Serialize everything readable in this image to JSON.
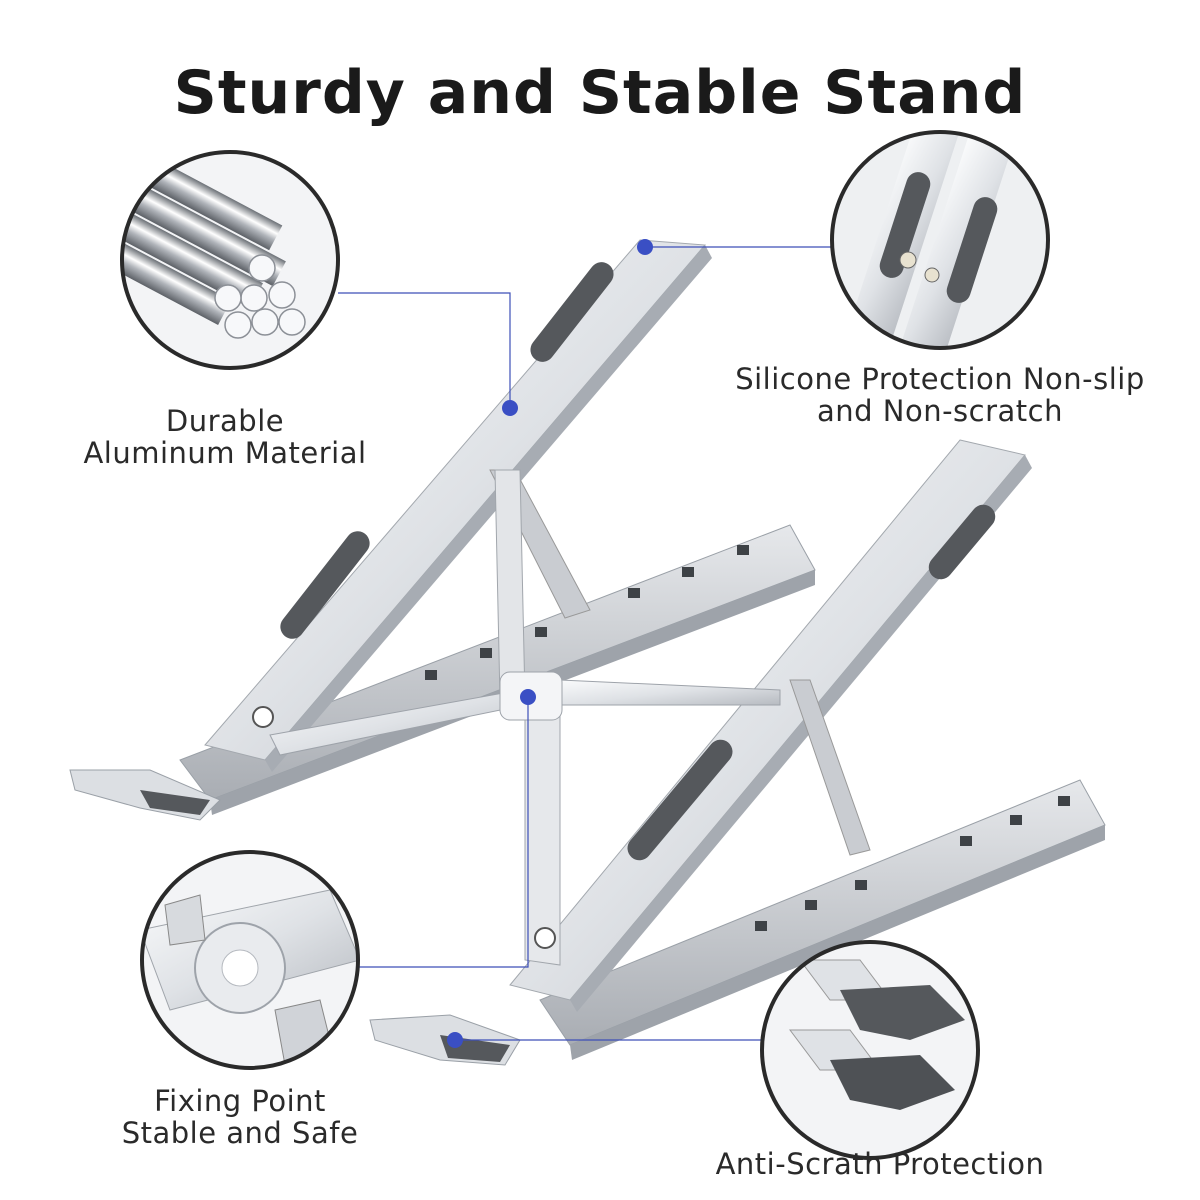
{
  "title": "Sturdy and Stable Stand",
  "features": {
    "aluminum": {
      "line1": "Durable",
      "line2": "Aluminum Material"
    },
    "silicone": {
      "line1": "Silicone Protection Non-slip",
      "line2": "and Non-scratch"
    },
    "fixing": {
      "line1": "Fixing Point",
      "line2": "Stable and Safe"
    },
    "anti_scratch": {
      "line1": "Anti-Scrath Protection"
    }
  },
  "colors": {
    "accent": "#3a4fc4",
    "callout_line": "#3d4fb8",
    "aluminum_light": "#f2f3f5",
    "aluminum_mid": "#c9ccd1",
    "aluminum_dark": "#8e939a",
    "pad": "#55585c"
  }
}
